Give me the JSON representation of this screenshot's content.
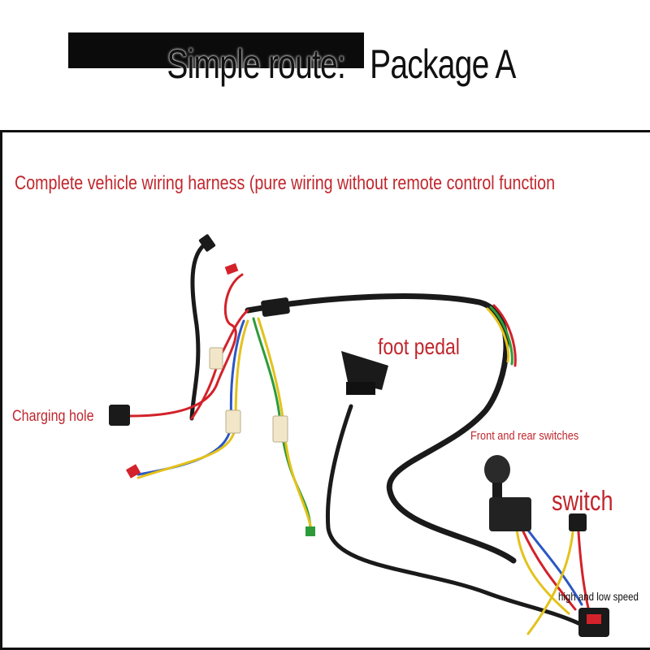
{
  "header": {
    "title": "Simple route:   Package A"
  },
  "photo": {
    "subtitle": "Complete vehicle wiring harness (pure wiring without remote control function",
    "labels": {
      "charging_hole": "Charging hole",
      "foot_pedal": "foot pedal",
      "front_rear_switches": "Front and rear switches",
      "switch": "switch",
      "high_low_speed": "high and low speed"
    }
  },
  "colors": {
    "label_red": "#c0272d",
    "harness_black": "#1a1a1a",
    "wire_red": "#d3222a",
    "wire_blue": "#2b57c4",
    "wire_yellow": "#e3c21a",
    "wire_green": "#2e9b3a",
    "connector_cream": "#f1e7c8"
  }
}
